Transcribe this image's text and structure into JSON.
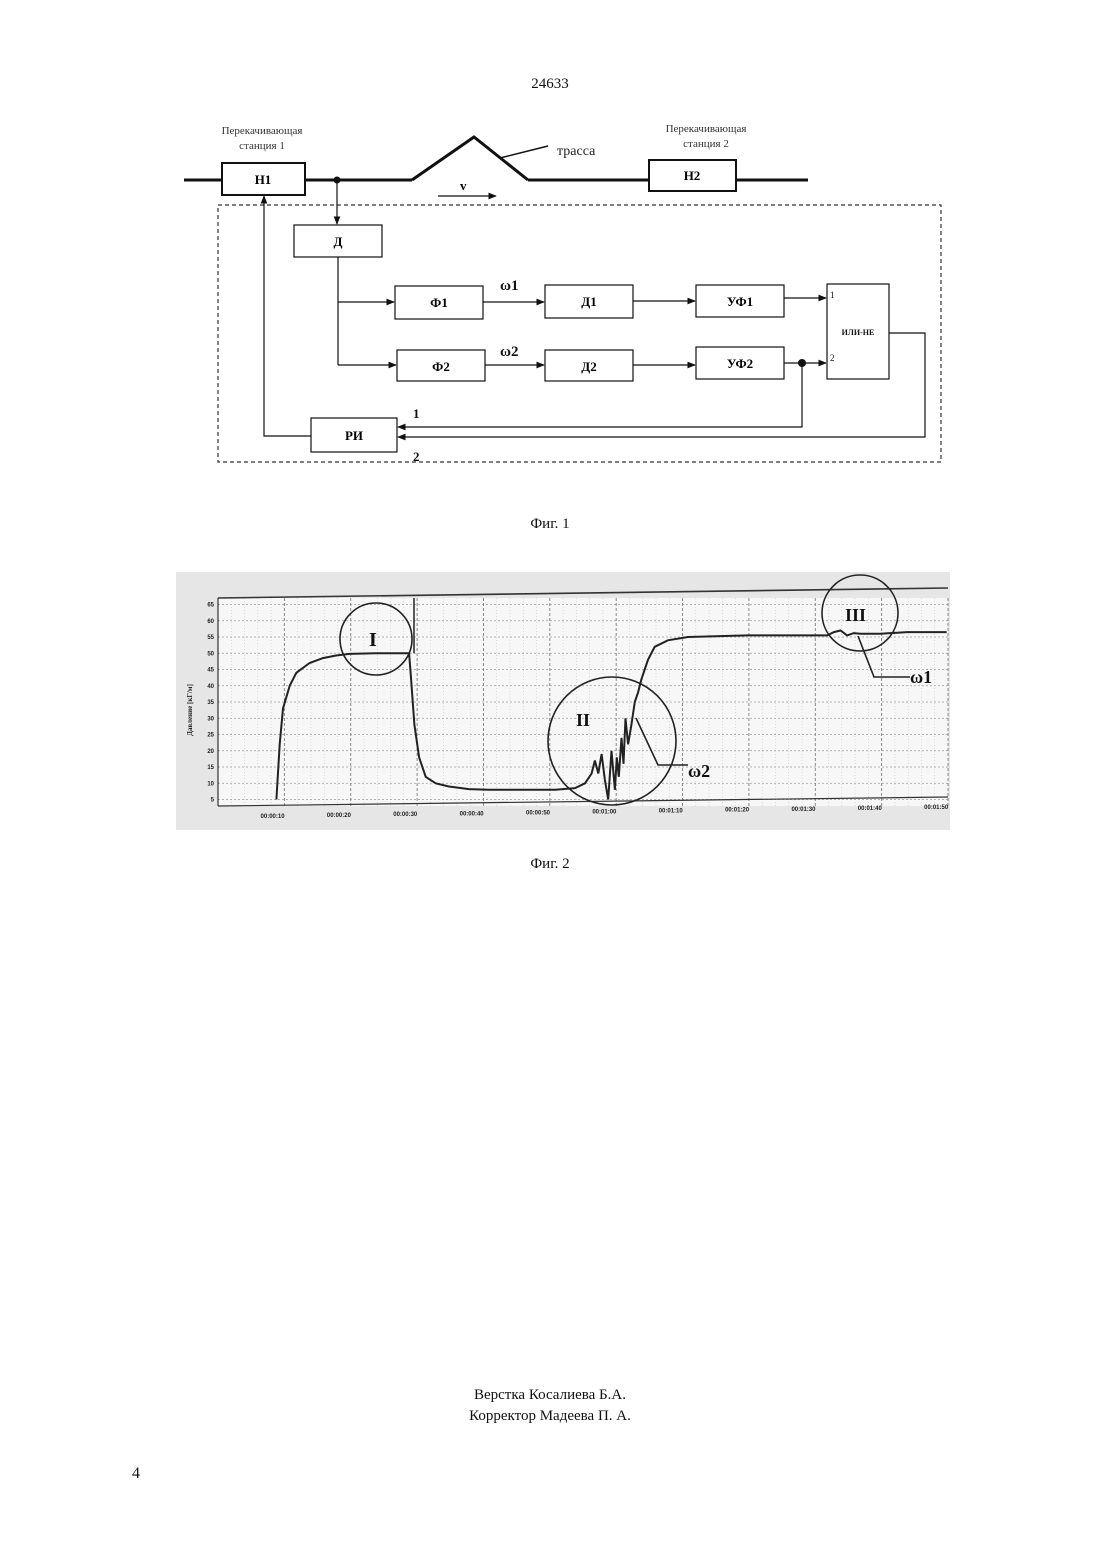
{
  "header": {
    "doc_number": "24633"
  },
  "figure1": {
    "caption": "Фиг. 1",
    "station1_label_line1": "Перекачивающая",
    "station1_label_line2": "станция 1",
    "station2_label_line1": "Перекачивающая",
    "station2_label_line2": "станция 2",
    "route_label": "трасса",
    "velocity_label": "v",
    "blocks": {
      "n1": "Н1",
      "n2": "Н2",
      "d": "Д",
      "f1": "Ф1",
      "f2": "Ф2",
      "d1": "Д1",
      "d2": "Д2",
      "uf1": "УФ1",
      "uf2": "УФ2",
      "nor": "ИЛИ-НЕ",
      "ri": "РИ"
    },
    "signal_labels": {
      "w1": "ω1",
      "w2": "ω2"
    },
    "port_labels": {
      "nor_in1": "1",
      "nor_in2": "2",
      "ri_in1": "1",
      "ri_in2": "2"
    }
  },
  "figure2": {
    "caption": "Фиг. 2",
    "region_labels": [
      "I",
      "II",
      "III"
    ],
    "pointer_labels": {
      "w1": "ω1",
      "w2": "ω2"
    }
  },
  "chart_data": {
    "type": "line",
    "ylabel": "Давление [кГ/м]",
    "yticks": [
      5,
      10,
      15,
      20,
      25,
      30,
      35,
      40,
      45,
      50,
      55,
      60,
      65
    ],
    "xticks": [
      "00:00:10",
      "00:00:20",
      "00:00:30",
      "00:00:40",
      "00:00:50",
      "00:01:00",
      "00:01:10",
      "00:01:20",
      "00:01:30",
      "00:01:40",
      "00:01:50"
    ],
    "ylim": [
      3,
      67
    ],
    "grid": true,
    "series": [
      {
        "x": [
          9,
          9.5,
          10,
          11,
          12,
          14,
          16,
          18,
          20,
          24,
          29,
          29.3,
          29.8,
          30.5,
          31.5,
          33,
          35,
          38,
          41,
          45,
          48,
          51,
          54,
          55.5,
          56.5,
          57,
          57.5,
          58,
          58.5,
          59,
          59.5,
          60,
          60.3,
          60.6,
          61,
          61.3,
          61.6,
          62,
          62.5,
          63,
          63.5,
          64,
          64.5,
          65,
          66,
          68,
          71,
          80,
          92,
          93,
          94,
          95,
          96,
          97,
          100,
          104,
          110
        ],
        "y": [
          5,
          22,
          33,
          40,
          44,
          47,
          48.5,
          49.3,
          49.8,
          50,
          50,
          42,
          28,
          18,
          12,
          10,
          9,
          8.2,
          8,
          8,
          8,
          8,
          8.5,
          10,
          13,
          17,
          13,
          19,
          11,
          5,
          20,
          8,
          18,
          12,
          24,
          16,
          30,
          22,
          28,
          35,
          38,
          42,
          45,
          48,
          52,
          54,
          55,
          55.5,
          55.5,
          56.5,
          57,
          55.5,
          56.2,
          56,
          56,
          56.5,
          56.5
        ]
      }
    ]
  },
  "footer": {
    "credit_line1": "Верстка Косалиева Б.А.",
    "credit_line2": "Корректор Мадеева П. А.",
    "page_number": "4"
  }
}
